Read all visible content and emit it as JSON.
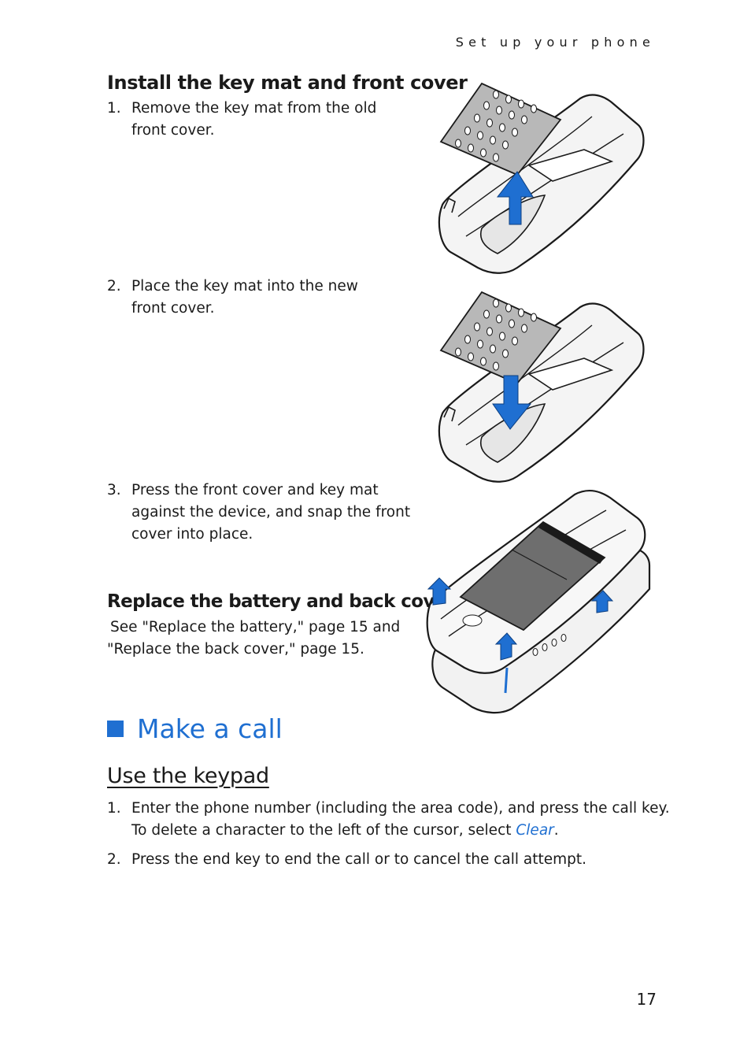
{
  "header": {
    "running_head": "Set up your phone"
  },
  "install_section": {
    "heading": "Install the key mat and front cover",
    "steps": [
      {
        "num": "1.",
        "line1": "Remove the key mat from the old",
        "line2": "front cover."
      },
      {
        "num": "2.",
        "line1": "Place the key mat into the new",
        "line2": "front cover."
      },
      {
        "num": "3.",
        "line1": "Press the front cover and key mat",
        "line2": "against the device, and snap the front",
        "line3": "cover into place."
      }
    ]
  },
  "battery_section": {
    "heading": "Replace the battery and back cover",
    "line1": "See \"Replace the battery,\" page 15 and",
    "line2": "\"Replace the back cover,\" page 15."
  },
  "call_section": {
    "title": "Make a call",
    "subtitle": "Use the keypad",
    "step1": {
      "num": "1.",
      "line1": "Enter the phone number (including the area code), and press the call key.",
      "line2_prefix": "To delete a character to the left of the cursor, select ",
      "line2_link": "Clear",
      "line2_suffix": "."
    },
    "step2": {
      "num": "2.",
      "text": "Press the end key to end the call or to cancel the call attempt."
    }
  },
  "illustrations": {
    "figure1": "phone-keymat-removal-illustration",
    "figure2": "phone-keymat-insertion-illustration",
    "figure3": "phone-cover-snap-illustration",
    "arrow_color": "#1f6fd1"
  },
  "footer": {
    "page_number": "17"
  },
  "colors": {
    "accent": "#1f6fd1",
    "text": "#1a1a1a"
  }
}
